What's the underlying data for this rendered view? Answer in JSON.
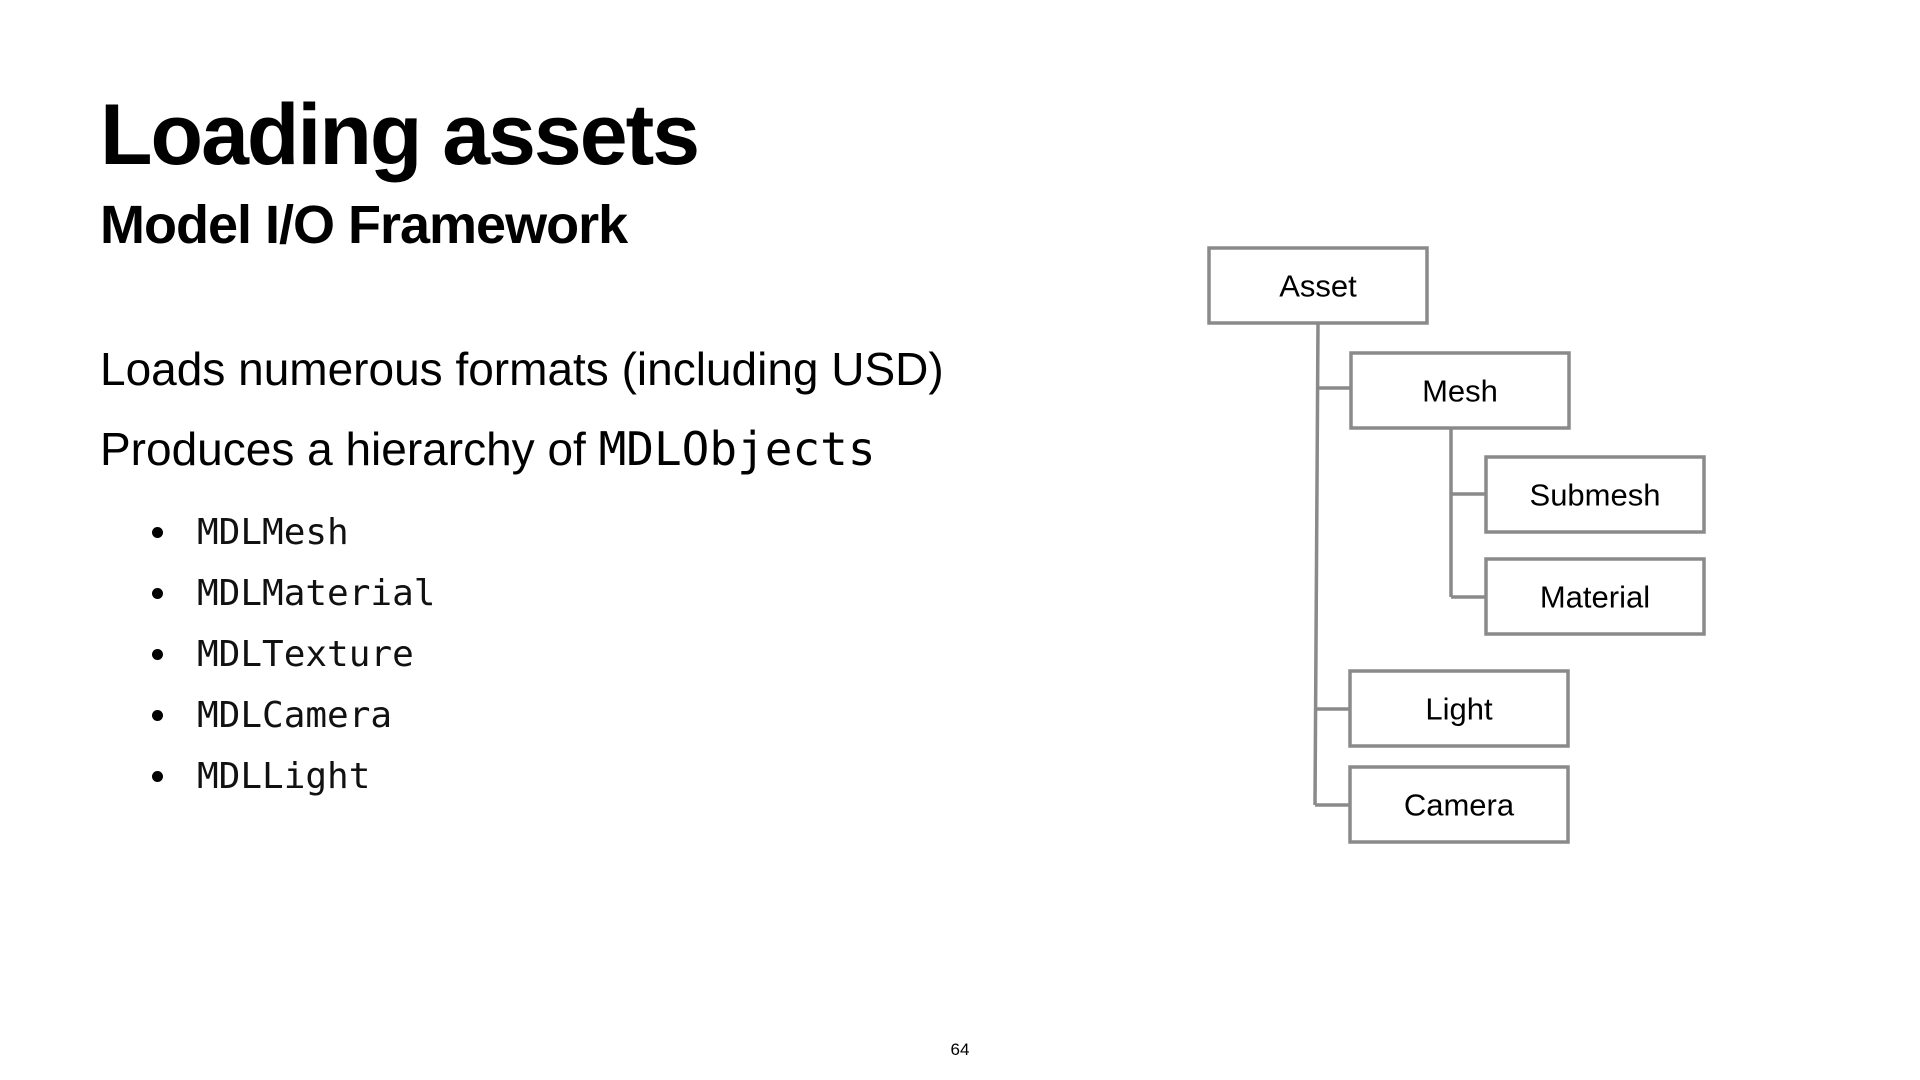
{
  "slide": {
    "title": "Loading assets",
    "subtitle": "Model I/O Framework",
    "line1": "Loads numerous formats (including USD)",
    "line2_prefix": "Produces a hierarchy of ",
    "line2_code": "MDLObjects",
    "bullets": [
      "MDLMesh",
      "MDLMaterial",
      "MDLTexture",
      "MDLCamera",
      "MDLLight"
    ],
    "page_number": "64"
  },
  "hierarchy": {
    "asset": "Asset",
    "mesh": "Mesh",
    "submesh": "Submesh",
    "material": "Material",
    "light": "Light",
    "camera": "Camera"
  },
  "colors": {
    "text": "#000000",
    "box_border": "#8a8a8a",
    "background": "#ffffff"
  }
}
